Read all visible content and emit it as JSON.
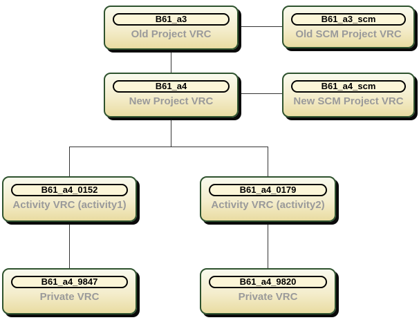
{
  "diagram": {
    "nodes": [
      {
        "id": "B61_a3",
        "type": "Old Project VRC"
      },
      {
        "id": "B61_a3_scm",
        "type": "Old SCM Project VRC"
      },
      {
        "id": "B61_a4",
        "type": "New Project VRC"
      },
      {
        "id": "B61_a4_scm",
        "type": "New SCM Project VRC"
      },
      {
        "id": "B61_a4_0152",
        "type": "Activity VRC (activity1)"
      },
      {
        "id": "B61_a4_0179",
        "type": "Activity VRC (activity2)"
      },
      {
        "id": "B61_a4_9847",
        "type": "Private VRC"
      },
      {
        "id": "B61_a4_9820",
        "type": "Private VRC"
      }
    ],
    "edges": [
      {
        "from": "B61_a3",
        "to": "B61_a3_scm"
      },
      {
        "from": "B61_a3",
        "to": "B61_a4"
      },
      {
        "from": "B61_a4",
        "to": "B61_a4_scm"
      },
      {
        "from": "B61_a4",
        "to": "B61_a4_0152"
      },
      {
        "from": "B61_a4",
        "to": "B61_a4_0179"
      },
      {
        "from": "B61_a4_0152",
        "to": "B61_a4_9847"
      },
      {
        "from": "B61_a4_0179",
        "to": "B61_a4_9820"
      }
    ],
    "colors": {
      "background": "#ffffff",
      "node_border": "#2e522e",
      "node_fill_top": "#f9faee",
      "node_fill_bottom": "#e9dca2",
      "badge_fill": "#fcf6d8",
      "badge_border": "#000000",
      "id_text": "#000000",
      "subtitle_text": "#9a9a9a",
      "shadow": "#0a0a0a",
      "connector": "#333333"
    }
  }
}
